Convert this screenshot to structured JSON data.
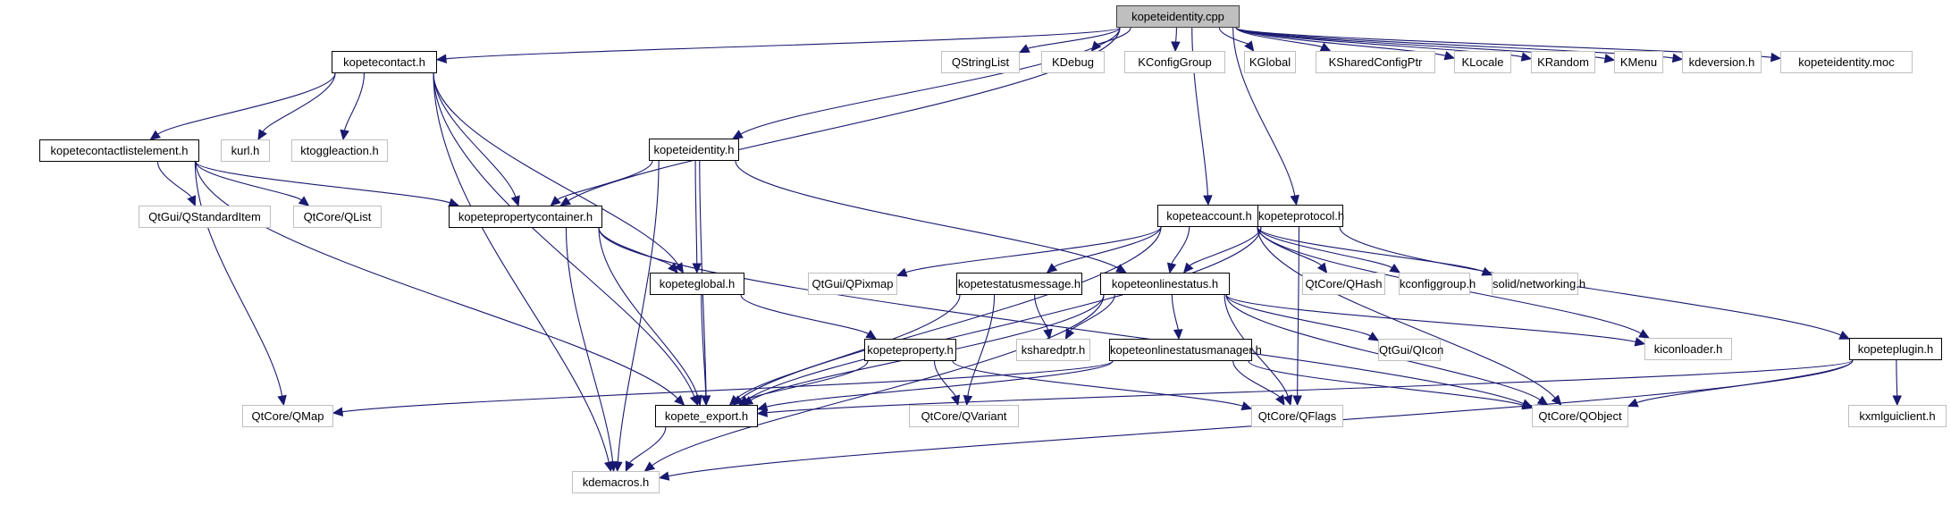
{
  "diagram": {
    "title": "kopeteidentity.cpp include dependency graph",
    "edge_color": "#191970",
    "root_fill": "#bfbfbf",
    "nodes": [
      {
        "id": "kopeteidentity_cpp",
        "label": "kopeteidentity.cpp",
        "kind": "root"
      },
      {
        "id": "kopetecontact_h",
        "label": "kopetecontact.h",
        "kind": "local"
      },
      {
        "id": "QStringList",
        "label": "QStringList",
        "kind": "ext"
      },
      {
        "id": "KDebug",
        "label": "KDebug",
        "kind": "ext"
      },
      {
        "id": "KConfigGroup",
        "label": "KConfigGroup",
        "kind": "ext"
      },
      {
        "id": "KGlobal",
        "label": "KGlobal",
        "kind": "ext"
      },
      {
        "id": "KSharedConfigPtr",
        "label": "KSharedConfigPtr",
        "kind": "ext"
      },
      {
        "id": "KLocale",
        "label": "KLocale",
        "kind": "ext"
      },
      {
        "id": "KRandom",
        "label": "KRandom",
        "kind": "ext"
      },
      {
        "id": "KMenu",
        "label": "KMenu",
        "kind": "ext"
      },
      {
        "id": "kdeversion_h",
        "label": "kdeversion.h",
        "kind": "ext"
      },
      {
        "id": "kopeteidentity_moc",
        "label": "kopeteidentity.moc",
        "kind": "ext"
      },
      {
        "id": "kopetecontactlistelement_h",
        "label": "kopetecontactlistelement.h",
        "kind": "local"
      },
      {
        "id": "kurl_h",
        "label": "kurl.h",
        "kind": "ext"
      },
      {
        "id": "ktoggleaction_h",
        "label": "ktoggleaction.h",
        "kind": "ext"
      },
      {
        "id": "kopeteidentity_h",
        "label": "kopeteidentity.h",
        "kind": "local"
      },
      {
        "id": "QStandardItem",
        "label": "QtGui/QStandardItem",
        "kind": "ext"
      },
      {
        "id": "QList",
        "label": "QtCore/QList",
        "kind": "ext"
      },
      {
        "id": "kopetepropertycontainer_h",
        "label": "kopetepropertycontainer.h",
        "kind": "local"
      },
      {
        "id": "kopeteaccount_h",
        "label": "kopeteaccount.h",
        "kind": "local"
      },
      {
        "id": "kopeteprotocol_h",
        "label": "kopeteprotocol.h",
        "kind": "local"
      },
      {
        "id": "kopeteglobal_h",
        "label": "kopeteglobal.h",
        "kind": "local"
      },
      {
        "id": "QPixmap",
        "label": "QtGui/QPixmap",
        "kind": "ext"
      },
      {
        "id": "kopetestatusmessage_h",
        "label": "kopetestatusmessage.h",
        "kind": "local"
      },
      {
        "id": "kopeteonlinestatus_h",
        "label": "kopeteonlinestatus.h",
        "kind": "local"
      },
      {
        "id": "QHash",
        "label": "QtCore/QHash",
        "kind": "ext"
      },
      {
        "id": "kconfiggroup_h",
        "label": "kconfiggroup.h",
        "kind": "ext"
      },
      {
        "id": "solid_networking_h",
        "label": "solid/networking.h",
        "kind": "ext"
      },
      {
        "id": "kopeteproperty_h",
        "label": "kopeteproperty.h",
        "kind": "local"
      },
      {
        "id": "ksharedptr_h",
        "label": "ksharedptr.h",
        "kind": "ext"
      },
      {
        "id": "kopeteonlinestatusmanager_h",
        "label": "kopeteonlinestatusmanager.h",
        "kind": "local"
      },
      {
        "id": "QIcon",
        "label": "QtGui/QIcon",
        "kind": "ext"
      },
      {
        "id": "kiconloader_h",
        "label": "kiconloader.h",
        "kind": "ext"
      },
      {
        "id": "kopeteplugin_h",
        "label": "kopeteplugin.h",
        "kind": "local"
      },
      {
        "id": "QMap",
        "label": "QtCore/QMap",
        "kind": "ext"
      },
      {
        "id": "kopete_export_h",
        "label": "kopete_export.h",
        "kind": "local"
      },
      {
        "id": "QVariant",
        "label": "QtCore/QVariant",
        "kind": "ext"
      },
      {
        "id": "QFlags",
        "label": "QtCore/QFlags",
        "kind": "ext"
      },
      {
        "id": "QObject",
        "label": "QtCore/QObject",
        "kind": "ext"
      },
      {
        "id": "kxmlguiclient_h",
        "label": "kxmlguiclient.h",
        "kind": "ext"
      },
      {
        "id": "kdemacros_h",
        "label": "kdemacros.h",
        "kind": "ext"
      }
    ],
    "edges": [
      [
        "kopeteidentity_cpp",
        "kopetecontact_h"
      ],
      [
        "kopeteidentity_cpp",
        "QStringList"
      ],
      [
        "kopeteidentity_cpp",
        "KDebug"
      ],
      [
        "kopeteidentity_cpp",
        "KConfigGroup"
      ],
      [
        "kopeteidentity_cpp",
        "KGlobal"
      ],
      [
        "kopeteidentity_cpp",
        "KSharedConfigPtr"
      ],
      [
        "kopeteidentity_cpp",
        "KLocale"
      ],
      [
        "kopeteidentity_cpp",
        "KRandom"
      ],
      [
        "kopeteidentity_cpp",
        "KMenu"
      ],
      [
        "kopeteidentity_cpp",
        "kdeversion_h"
      ],
      [
        "kopeteidentity_cpp",
        "kopeteidentity_moc"
      ],
      [
        "kopeteidentity_cpp",
        "kopeteidentity_h"
      ],
      [
        "kopeteidentity_cpp",
        "kopetepropertycontainer_h"
      ],
      [
        "kopeteidentity_cpp",
        "kopeteaccount_h"
      ],
      [
        "kopeteidentity_cpp",
        "kopeteprotocol_h"
      ],
      [
        "kopetecontact_h",
        "kopetecontactlistelement_h"
      ],
      [
        "kopetecontact_h",
        "kurl_h"
      ],
      [
        "kopetecontact_h",
        "ktoggleaction_h"
      ],
      [
        "kopetecontact_h",
        "kopetepropertycontainer_h"
      ],
      [
        "kopetecontact_h",
        "kopeteglobal_h"
      ],
      [
        "kopetecontact_h",
        "kopete_export_h"
      ],
      [
        "kopetecontact_h",
        "kdemacros_h"
      ],
      [
        "kopetecontactlistelement_h",
        "QStandardItem"
      ],
      [
        "kopetecontactlistelement_h",
        "QList"
      ],
      [
        "kopetecontactlistelement_h",
        "kopetepropertycontainer_h"
      ],
      [
        "kopetecontactlistelement_h",
        "QMap"
      ],
      [
        "kopetecontactlistelement_h",
        "kopete_export_h"
      ],
      [
        "kopeteidentity_h",
        "kopetepropertycontainer_h"
      ],
      [
        "kopeteidentity_h",
        "kopeteglobal_h"
      ],
      [
        "kopeteidentity_h",
        "kopeteonlinestatus_h"
      ],
      [
        "kopeteidentity_h",
        "kopete_export_h"
      ],
      [
        "kopeteidentity_h",
        "kdemacros_h"
      ],
      [
        "kopetepropertycontainer_h",
        "kopeteglobal_h"
      ],
      [
        "kopetepropertycontainer_h",
        "kopete_export_h"
      ],
      [
        "kopetepropertycontainer_h",
        "kdemacros_h"
      ],
      [
        "kopetepropertycontainer_h",
        "QObject"
      ],
      [
        "kopeteglobal_h",
        "kopeteproperty_h"
      ],
      [
        "kopeteglobal_h",
        "kopete_export_h"
      ],
      [
        "kopeteaccount_h",
        "QPixmap"
      ],
      [
        "kopeteaccount_h",
        "kopetestatusmessage_h"
      ],
      [
        "kopeteaccount_h",
        "kopeteonlinestatus_h"
      ],
      [
        "kopeteaccount_h",
        "QHash"
      ],
      [
        "kopeteaccount_h",
        "kconfiggroup_h"
      ],
      [
        "kopeteaccount_h",
        "solid_networking_h"
      ],
      [
        "kopeteaccount_h",
        "kiconloader_h"
      ],
      [
        "kopeteaccount_h",
        "kopete_export_h"
      ],
      [
        "kopeteaccount_h",
        "QObject"
      ],
      [
        "kopeteprotocol_h",
        "kopeteonlinestatus_h"
      ],
      [
        "kopeteprotocol_h",
        "kopeteplugin_h"
      ],
      [
        "kopeteprotocol_h",
        "kopete_export_h"
      ],
      [
        "kopeteprotocol_h",
        "QFlags"
      ],
      [
        "kopetestatusmessage_h",
        "ksharedptr_h"
      ],
      [
        "kopetestatusmessage_h",
        "QVariant"
      ],
      [
        "kopetestatusmessage_h",
        "kopete_export_h"
      ],
      [
        "kopeteonlinestatus_h",
        "ksharedptr_h"
      ],
      [
        "kopeteonlinestatus_h",
        "kopeteonlinestatusmanager_h"
      ],
      [
        "kopeteonlinestatus_h",
        "QIcon"
      ],
      [
        "kopeteonlinestatus_h",
        "kiconloader_h"
      ],
      [
        "kopeteonlinestatus_h",
        "QFlags"
      ],
      [
        "kopeteonlinestatus_h",
        "QObject"
      ],
      [
        "kopeteonlinestatus_h",
        "kopete_export_h"
      ],
      [
        "kopeteonlinestatus_h",
        "kdemacros_h"
      ],
      [
        "kopeteproperty_h",
        "QVariant"
      ],
      [
        "kopeteproperty_h",
        "QFlags"
      ],
      [
        "kopeteproperty_h",
        "kopete_export_h"
      ],
      [
        "kopeteonlinestatusmanager_h",
        "QFlags"
      ],
      [
        "kopeteonlinestatusmanager_h",
        "QObject"
      ],
      [
        "kopeteonlinestatusmanager_h",
        "QMap"
      ],
      [
        "kopeteonlinestatusmanager_h",
        "kopete_export_h"
      ],
      [
        "kopeteplugin_h",
        "kxmlguiclient_h"
      ],
      [
        "kopeteplugin_h",
        "QObject"
      ],
      [
        "kopeteplugin_h",
        "kopete_export_h"
      ],
      [
        "kopeteplugin_h",
        "kdemacros_h"
      ],
      [
        "kopete_export_h",
        "kdemacros_h"
      ]
    ]
  }
}
